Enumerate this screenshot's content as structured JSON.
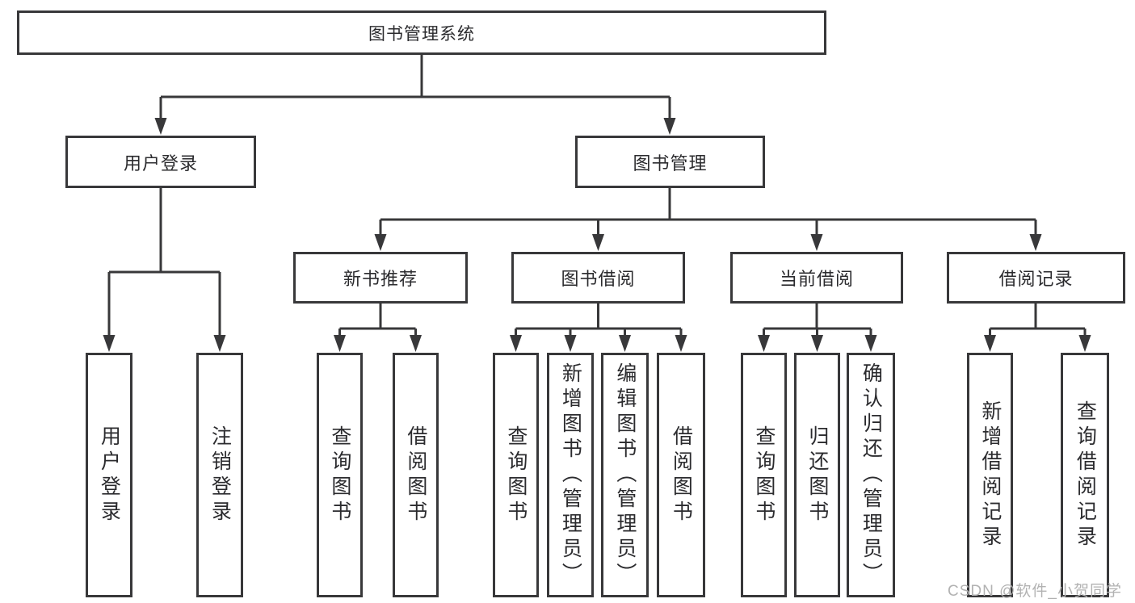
{
  "diagram": {
    "title": "图书管理系统",
    "branches": [
      {
        "label": "用户登录",
        "children": [
          {
            "label": "用户登录"
          },
          {
            "label": "注销登录"
          }
        ]
      },
      {
        "label": "图书管理",
        "groups": [
          {
            "label": "新书推荐",
            "children": [
              {
                "label": "查询图书"
              },
              {
                "label": "借阅图书"
              }
            ]
          },
          {
            "label": "图书借阅",
            "children": [
              {
                "label": "查询图书"
              },
              {
                "label": "新增图书（管理员）"
              },
              {
                "label": "编辑图书（管理员）"
              },
              {
                "label": "借阅图书"
              }
            ]
          },
          {
            "label": "当前借阅",
            "children": [
              {
                "label": "查询图书"
              },
              {
                "label": "归还图书"
              },
              {
                "label": "确认归还（管理员）"
              }
            ]
          },
          {
            "label": "借阅记录",
            "children": [
              {
                "label": "新增借阅记录"
              },
              {
                "label": "查询借阅记录"
              }
            ]
          }
        ]
      }
    ]
  },
  "watermark": {
    "text": "CSDN @软件_小贺同学"
  },
  "colors": {
    "line": "#38383a",
    "text": "#2b2b2e",
    "watermark": "#b2b2b2",
    "background": "#ffffff"
  }
}
